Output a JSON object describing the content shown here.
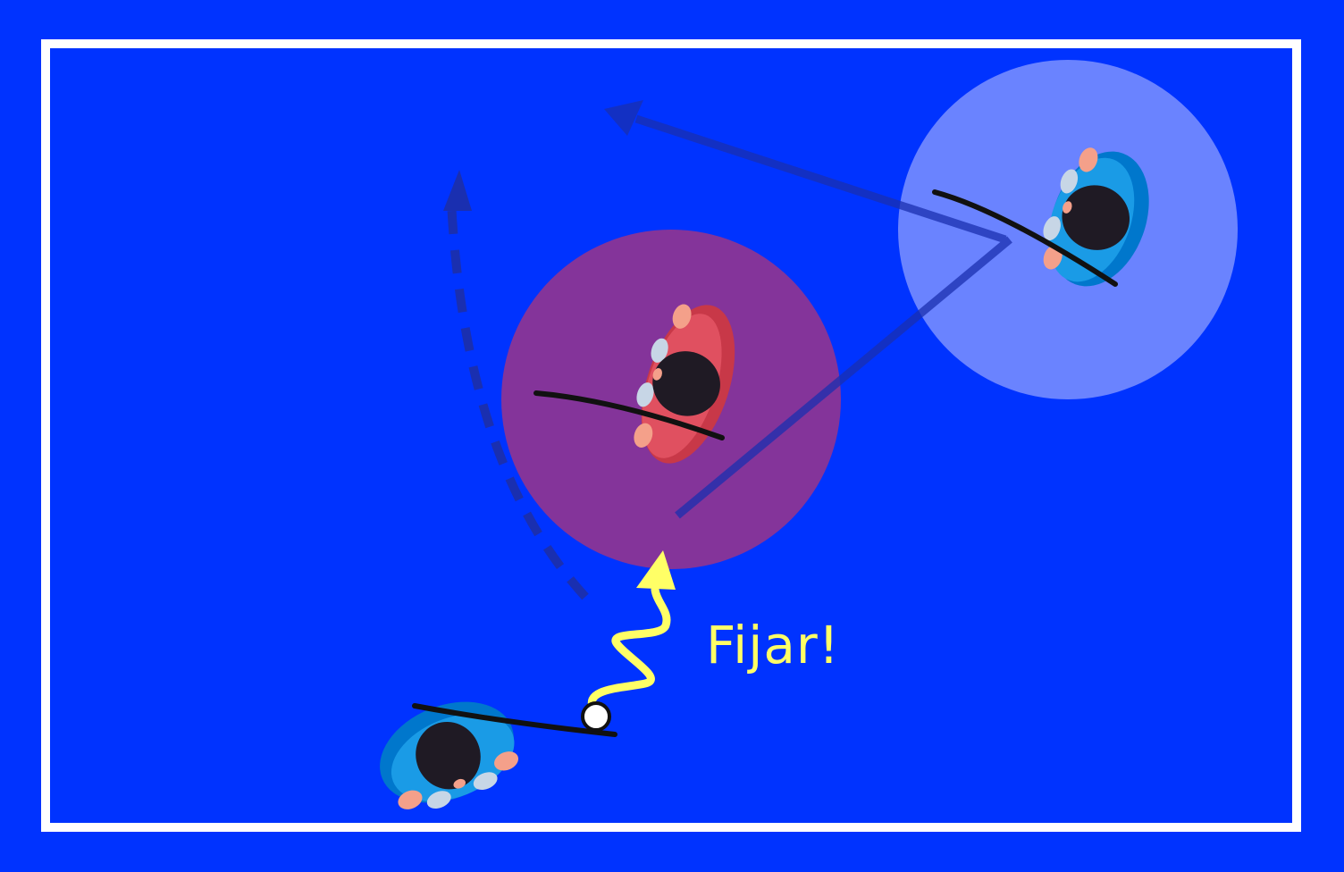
{
  "drill": {
    "caption": "Fijar!",
    "colors": {
      "field": "#0033ff",
      "boundary": "#ffffff",
      "defender_zone": "#84349a",
      "teammate_zone": "#6a83ff",
      "pass_arrow": "#1a2fb0",
      "dribble_arrow": "#ffff66",
      "player_blue_shirt": "#1a9be6",
      "player_red_shirt": "#e05060",
      "hair": "#1f1a24",
      "skin": "#f4a08a"
    },
    "players": [
      {
        "role": "ball-carrier",
        "team": "blue"
      },
      {
        "role": "defender",
        "team": "red"
      },
      {
        "role": "teammate",
        "team": "blue"
      }
    ],
    "icons": [
      "ball-icon",
      "dribble-arrow-icon",
      "pass-arrow-icon",
      "run-arrow-icon"
    ]
  }
}
